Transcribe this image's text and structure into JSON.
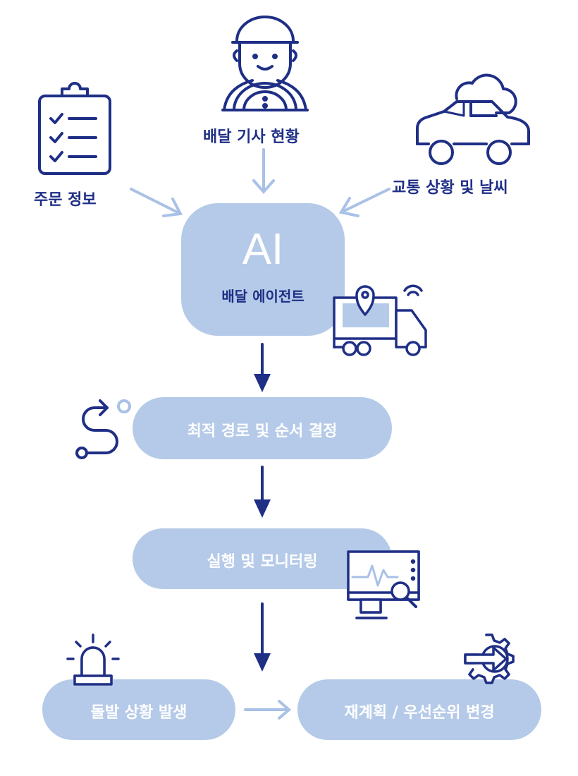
{
  "inputs": {
    "order_info": "주문 정보",
    "driver_status": "배달 기사 현황",
    "traffic_weather": "교통 상황 및 날씨"
  },
  "agent": {
    "title": "AI",
    "subtitle": "배달 에이전트"
  },
  "steps": {
    "optimize": "최적 경로 및 순서 결정",
    "monitor": "실행 및 모니터링",
    "incident": "돌발 상황 발생",
    "replan": "재계획 / 우선순위 변경"
  },
  "colors": {
    "navy": "#1f2f86",
    "pill": "#b5cae8",
    "arrow_light": "#a9c1e6"
  },
  "icons": [
    "clipboard-icon",
    "driver-icon",
    "car-cloud-icon",
    "delivery-truck-icon",
    "route-icon",
    "monitor-search-icon",
    "siren-icon",
    "gear-arrow-icon"
  ]
}
